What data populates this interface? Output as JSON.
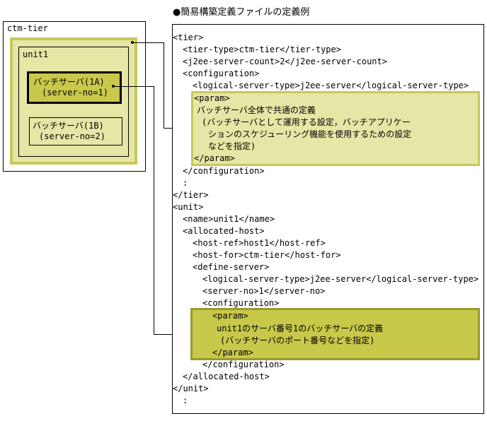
{
  "title": "●簡易構築定義ファイルの定義例",
  "diagram": {
    "tier_label": "ctm-tier",
    "unit_label": "unit1",
    "server1": {
      "name": "バッチサーバ(1A)",
      "id": "(server-no=1)"
    },
    "server2": {
      "name": "バッチサーバ(1B)",
      "id": "(server-no=2)"
    }
  },
  "code": {
    "l1": "<tier>",
    "l2": "<tier-type>ctm-tier</tier-type>",
    "l3": "<j2ee-server-count>2</j2ee-server-count>",
    "l4": "<configuration>",
    "l5": "<logical-server-type>j2ee-server</logical-server-type>",
    "p1_open": "<param>",
    "p1_desc1": "バッチサーバ全体で共通の定義",
    "p1_desc2": "(バッチサーバとして運用する設定，バッチアプリケー",
    "p1_desc3": "ションのスケジューリング機能を使用するための設定",
    "p1_desc4": "などを指定)",
    "p1_close": "</param>",
    "l6": "</configuration>",
    "l7": ":",
    "l8": "</tier>",
    "l9": "<unit>",
    "l10": "<name>unit1</name>",
    "l11": "<allocated-host>",
    "l12": "<host-ref>host1</host-ref>",
    "l13": "<host-for>ctm-tier</host-for>",
    "l14": "<define-server>",
    "l15": "<logical-server-type>j2ee-server</logical-server-type>",
    "l16": "<server-no>1</server-no>",
    "l17": "<configuration>",
    "p2_open": "<param>",
    "p2_desc1": "unit1のサーバ番号1のバッチサーバの定義",
    "p2_desc2": "(バッチサーバのポート番号などを指定)",
    "p2_close": "</param>",
    "l18": "</configuration>",
    "l19": "</allocated-host>",
    "l20": "</unit>",
    "l21": ":"
  },
  "colors": {
    "light_fill": "#e6e6a6",
    "dark_fill": "#c8c84a",
    "light_border": "#c8c85a"
  }
}
